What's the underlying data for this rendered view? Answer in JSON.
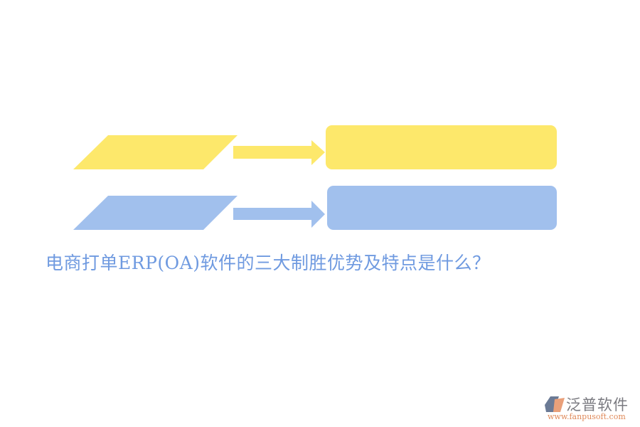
{
  "title": "电商打单ERP(OA)软件的三大制胜优势及特点是什么？",
  "colors": {
    "yellow": "#fde86b",
    "blue": "#a1c0ed",
    "title_text": "#6f9ae0",
    "logo_gray": "#7a7a80",
    "logo_orange": "#e08a5a"
  },
  "diagram": {
    "rows": [
      {
        "color": "yellow",
        "input_label": "",
        "output_label": ""
      },
      {
        "color": "blue",
        "input_label": "",
        "output_label": ""
      }
    ]
  },
  "logo": {
    "name": "泛普软件",
    "url": "www.fanpusoft.com"
  }
}
